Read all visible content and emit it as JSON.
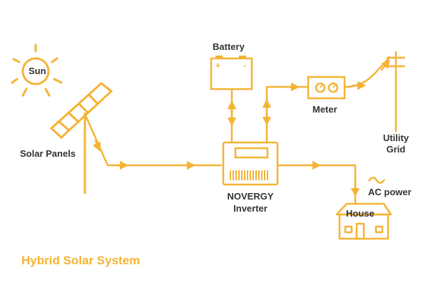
{
  "diagram": {
    "colors": {
      "accent": "#F5B335",
      "text": "#333333",
      "background": "#FFFFFF"
    },
    "title": "Hybrid Solar System",
    "labels": {
      "sun": "Sun",
      "battery": "Battery",
      "battery_plus": "+",
      "battery_minus": "-",
      "meter": "Meter",
      "utility_grid_line1": "Utility",
      "utility_grid_line2": "Grid",
      "solar_panels": "Solar Panels",
      "inverter_line1": "NOVERGY",
      "inverter_line2": "Inverter",
      "ac_power": "AC power",
      "house": "House"
    },
    "icons": [
      "sun-icon",
      "solar-panel-icon",
      "battery-icon",
      "inverter-icon",
      "meter-icon",
      "utility-pole-icon",
      "ac-wave-icon",
      "house-icon"
    ]
  }
}
